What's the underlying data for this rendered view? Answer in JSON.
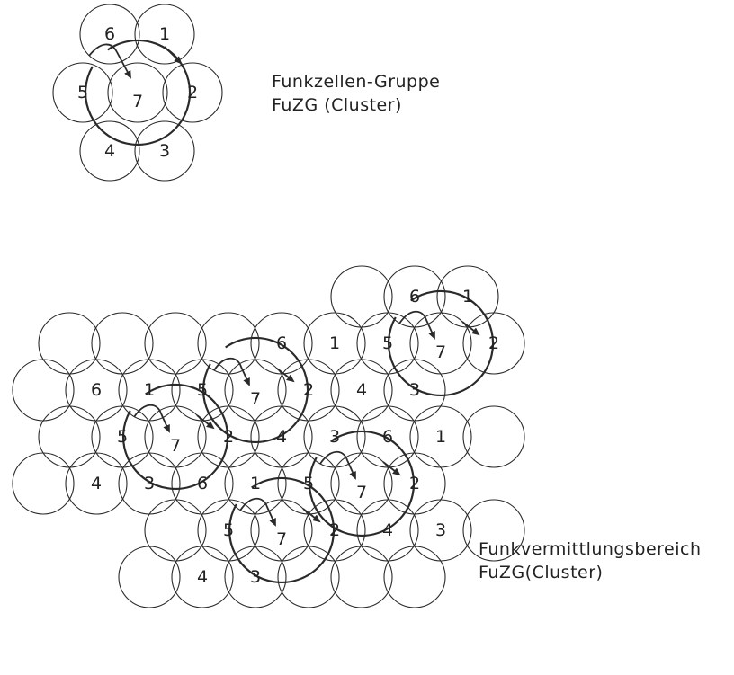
{
  "top_group": {
    "caption_line1": "Funkzellen-Gruppe",
    "caption_line2": "FuZG (Cluster)",
    "cells": [
      "6",
      "1",
      "5",
      "7",
      "2",
      "4",
      "3"
    ]
  },
  "bottom_area": {
    "caption_line1": "Funkvermittlungsbereich",
    "caption_line2": "FuZG(Cluster)"
  },
  "colors": {
    "line": "#2a2a2a",
    "text": "#222222",
    "background": "#ffffff"
  }
}
